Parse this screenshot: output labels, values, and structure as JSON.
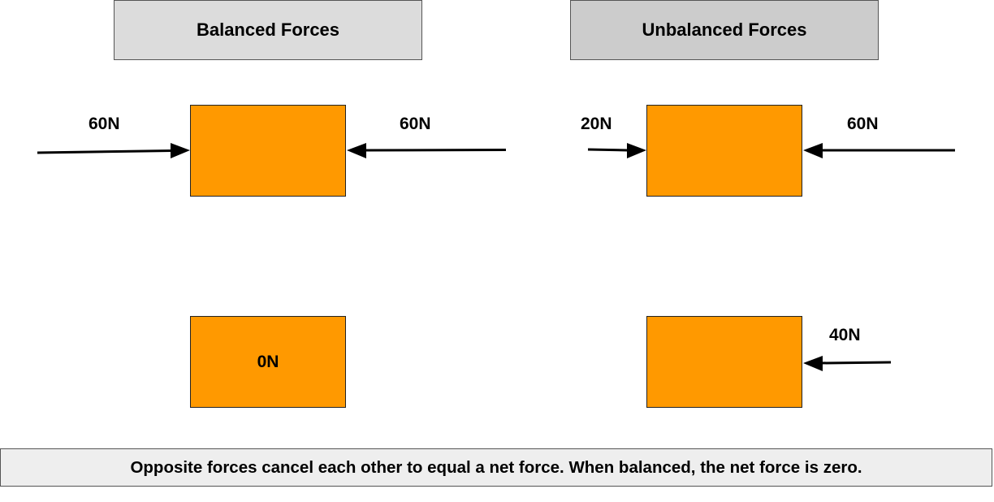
{
  "headers": {
    "balanced": "Balanced Forces",
    "unbalanced": "Unbalanced Forces"
  },
  "balanced": {
    "left_force": "60N",
    "right_force": "60N",
    "net_force": "0N"
  },
  "unbalanced": {
    "left_force": "20N",
    "right_force": "60N",
    "net_force": "40N"
  },
  "caption": "Opposite forces cancel each other to equal a net force. When balanced, the net force is zero.",
  "colors": {
    "block_fill": "#ff9900",
    "balanced_header_fill": "#dcdcdc",
    "unbalanced_header_fill": "#cccccc",
    "caption_fill": "#eeeeee",
    "arrow": "#000000"
  }
}
